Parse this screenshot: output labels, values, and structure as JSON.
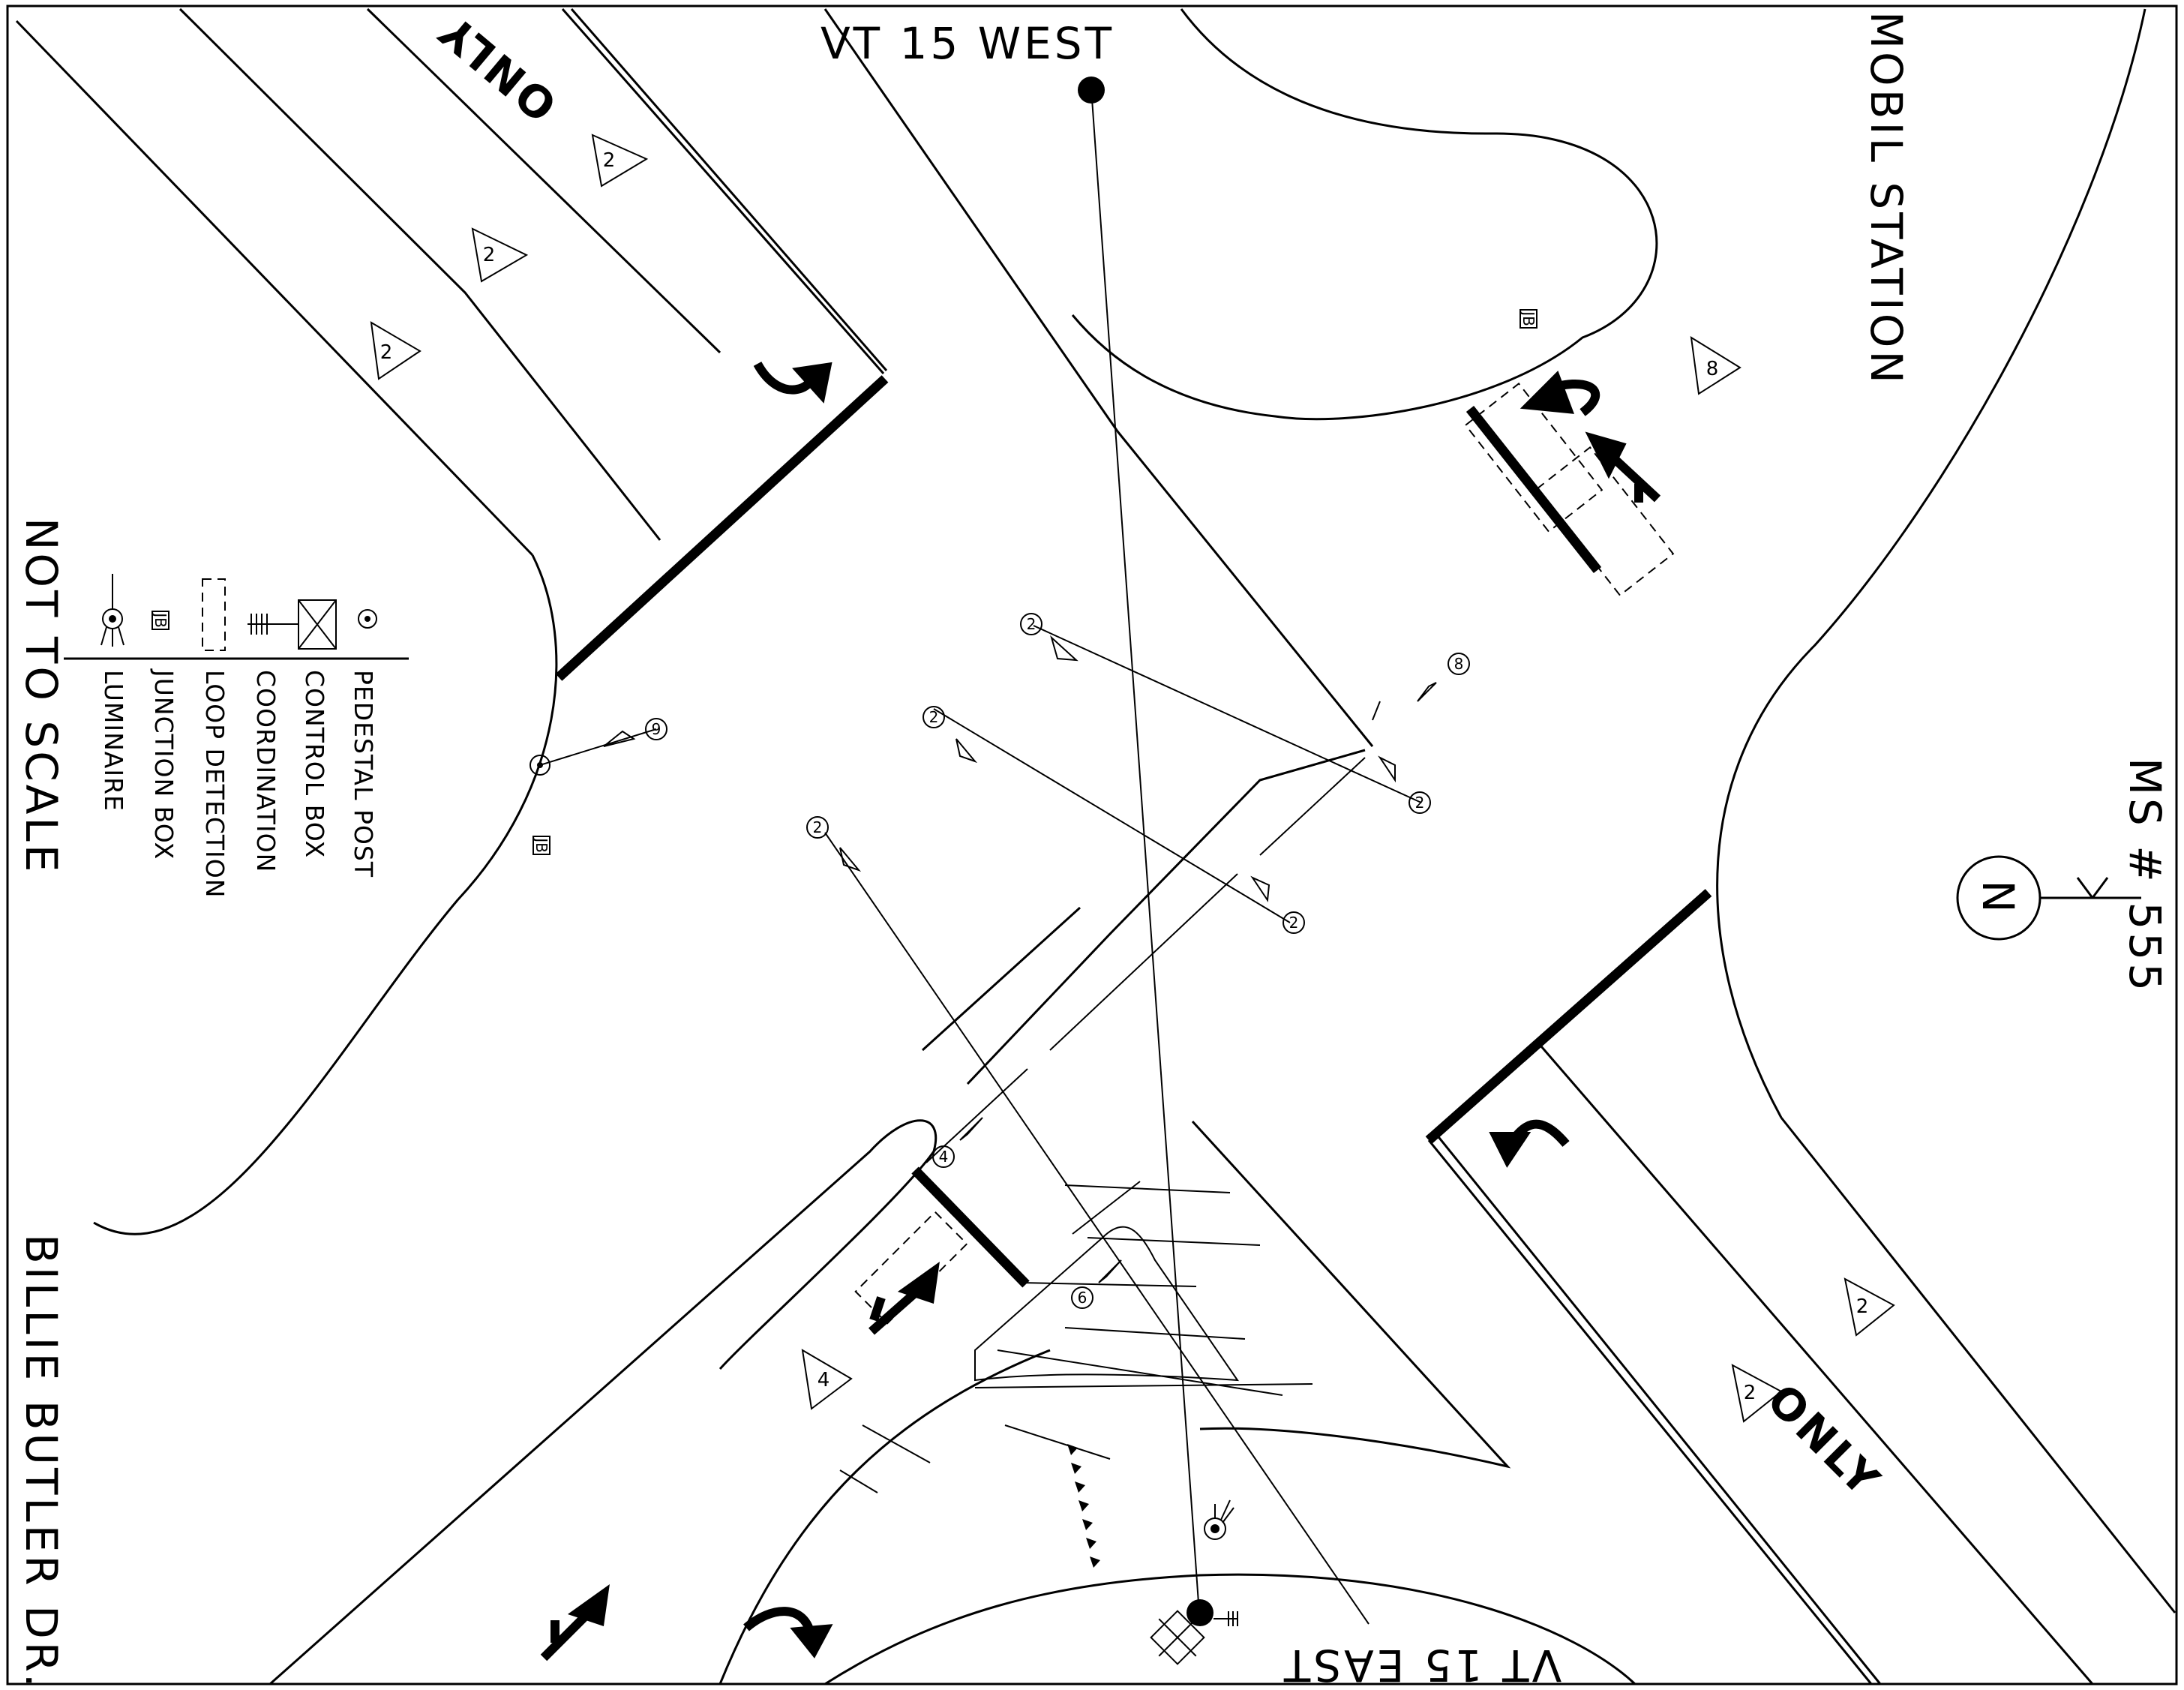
{
  "labels": {
    "north_road": "VT 15 WEST",
    "south_road": "VT 15 EAST",
    "northeast_business": "MOBIL STATION",
    "west_road": "BILLIE BUTLER DR.",
    "scale_note": "NOT TO SCALE",
    "map_id": "MS # 555",
    "north_symbol": "N",
    "pavement_word": "ONLY"
  },
  "legend": {
    "items": [
      {
        "label": "PEDESTAL POST",
        "icon": "pedestal-post-icon"
      },
      {
        "label": "CONTROL BOX",
        "icon": "control-box-icon"
      },
      {
        "label": "COORDINATION",
        "icon": "coordination-icon"
      },
      {
        "label": "LOOP DETECTION",
        "icon": "loop-detection-icon"
      },
      {
        "label": "JUNCTION BOX",
        "icon": "junction-box-icon"
      },
      {
        "label": "LUMINAIRE",
        "icon": "luminaire-icon"
      }
    ]
  },
  "phases": {
    "triangle_nw_1": "2",
    "triangle_nw_2": "2",
    "triangle_nw_3": "2",
    "triangle_ne": "8",
    "triangle_se_1": "2",
    "triangle_se_2": "2",
    "triangle_sw": "4",
    "head_1": "2",
    "head_2": "2",
    "head_3": "2",
    "head_4": "2",
    "head_5": "2",
    "head_6": "8",
    "head_7": "9",
    "head_8": "4",
    "head_9": "6",
    "junction_box": "JB"
  }
}
